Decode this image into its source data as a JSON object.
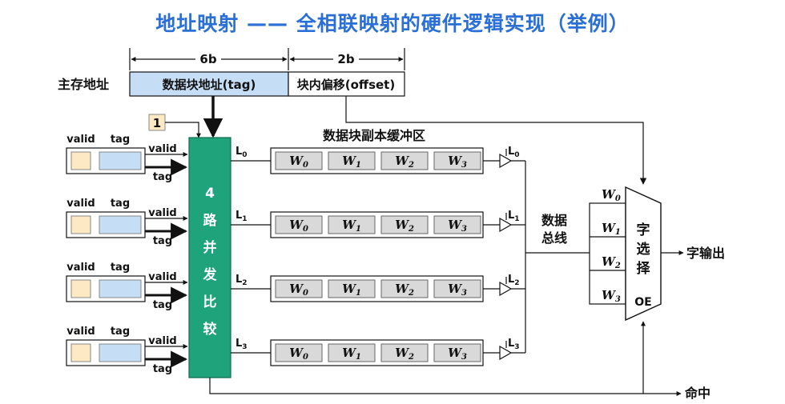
{
  "title": "地址映射 —— 全相联映射的硬件逻辑实现（举例）",
  "address": {
    "label": "主存地址",
    "tag_bits": "6b",
    "offset_bits": "2b",
    "tag_field": "数据块地址(tag)",
    "offset_field": "块内偏移(offset)"
  },
  "one_label": "1",
  "buffer_title": "数据块副本缓冲区",
  "valid_label": "valid",
  "tag_label": "tag",
  "comparator_chars": [
    "4",
    "路",
    "并",
    "发",
    "比",
    "较"
  ],
  "lines": [
    {
      "L": "L",
      "sub": "0"
    },
    {
      "L": "L",
      "sub": "1"
    },
    {
      "L": "L",
      "sub": "2"
    },
    {
      "L": "L",
      "sub": "3"
    }
  ],
  "words": [
    {
      "W": "W",
      "sub": "0"
    },
    {
      "W": "W",
      "sub": "1"
    },
    {
      "W": "W",
      "sub": "2"
    },
    {
      "W": "W",
      "sub": "3"
    }
  ],
  "bus_label": [
    "数据",
    "总线"
  ],
  "mux": {
    "chars": [
      "字",
      "选",
      "择"
    ],
    "oe": "OE"
  },
  "word_output": "字输出",
  "hit": "命中",
  "colors": {
    "title": "#2a6fd6",
    "tag_field_bg": "#c6ddf6",
    "valid_cell": "#fde9c4",
    "tag_cell": "#c6ddf6",
    "comparator": "#1fa37a",
    "word_cell": "#d9d9d9",
    "one_badge": "#fde9c4"
  }
}
